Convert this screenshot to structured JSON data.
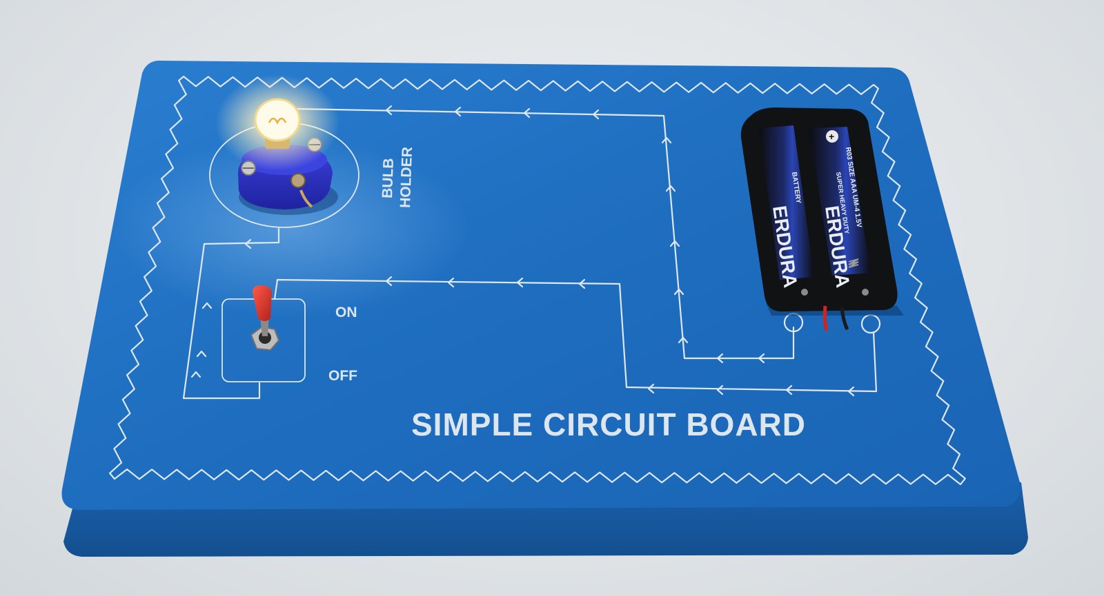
{
  "board": {
    "title": "SIMPLE CIRCUIT BOARD",
    "holder_line1": "BULB",
    "holder_line2": "HOLDER",
    "switch_on": "ON",
    "switch_off": "OFF"
  },
  "battery": {
    "brand": "ERDURA",
    "type_label": "R03 SIZE AAA UM-4 1.5V",
    "sub_label": "SUPER HEAVY DUTY",
    "battery_word": "BATTERY"
  },
  "colors": {
    "board": "#1f6fc0",
    "board_edge": "#15579a",
    "silkscreen": "#dfe7ef",
    "switch_cap": "#d8322a",
    "bulb_glow": "#fff4c8"
  }
}
